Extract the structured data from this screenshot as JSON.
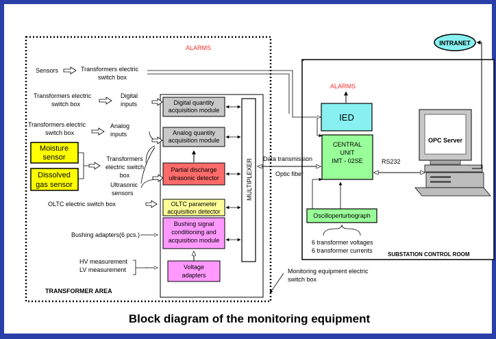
{
  "alarms_top": "ALARMS",
  "alarms_ied": "ALARMS",
  "intranet": "INTRANET",
  "sensors": "Sensors",
  "tesb_a1": "Transformers electric",
  "tesb_a2": "switch box",
  "tesb_b1": "Transformers electric",
  "tesb_b2": "switch box",
  "digital_inputs1": "Digital",
  "digital_inputs2": "inputs",
  "tesb_c1": "Transformers electric",
  "tesb_c2": "switch box",
  "analog_inputs1": "Analog",
  "analog_inputs2": "inputs",
  "moisture1": "Moisture",
  "moisture2": "sensor",
  "dissolved1": "Dissolved",
  "dissolved2": "gas sensor",
  "tesb_d1": "Transformers",
  "tesb_d2": "electric switch",
  "tesb_d3": "box",
  "ultrasonic1": "Ultrasonic",
  "ultrasonic2": "sensors",
  "oltc_switch": "OLTC electric switch  box",
  "bushing_adapters": "Bushing adapters(6 pcs.)",
  "hv": "HV measurement",
  "lv": "LV measurement",
  "transformer_area": "TRANSFORMER AREA",
  "dq1": "Digital quantity",
  "dq2": "acquisition module",
  "aq1": "Analog quantity",
  "aq2": "acquisition module",
  "pd1": "Partial discharge",
  "pd2": "ultrasonic detector",
  "oltc1": "OLTC parameter",
  "oltc2": "acquisition detector",
  "bs1": "Bushing signal",
  "bs2": "conditioning and",
  "bs3": "acquisition module",
  "va1": "Voltage",
  "va2": "adapters",
  "multiplexer": "MULTIPLEXER",
  "data_transmission": "Data transmission",
  "optic_fiber": "Optic fiber",
  "ied": "IED",
  "cu1": "CENTRAL",
  "cu2": "UNIT",
  "cu3": "IMT - 02SE",
  "rs232": "RS232",
  "opc": "OPC Server",
  "osc": "Oscilloperturbograph",
  "tv": "6 transformer voltages",
  "tc": "6 transformer currents",
  "control_room": "SUBSTATION CONTROL ROOM",
  "mesb1": "Monitoring equipment electric",
  "mesb2": "switch box",
  "caption": "Block diagram of the monitoring equipment",
  "colors": {
    "frame": "#2a3fa8",
    "alarm_red": "#ff2a2a",
    "gray_module": "#c8c8c8",
    "red_module": "#ff6b6b",
    "yellow_module": "#ffff00",
    "pale_yellow_module": "#ffff99",
    "pink_module": "#ff99ff",
    "green_module": "#99ff99",
    "cyan_module": "#88f0f0"
  }
}
